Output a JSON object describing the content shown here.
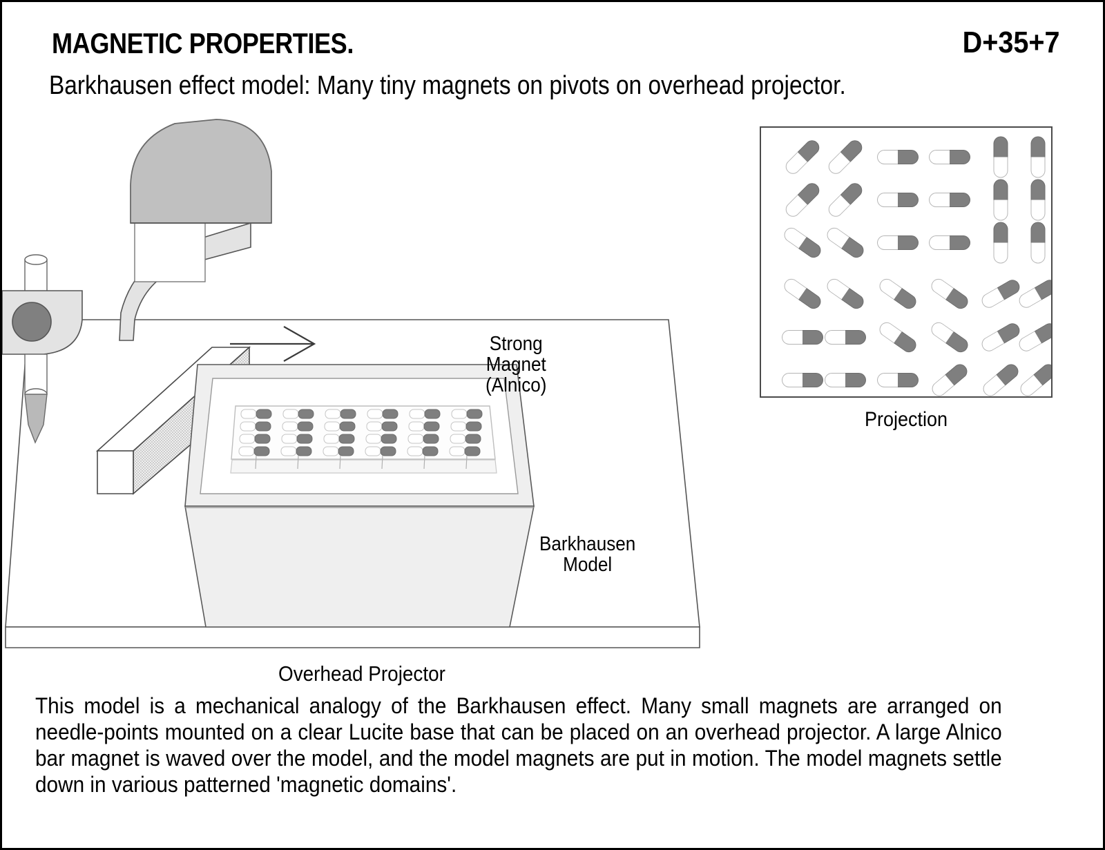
{
  "header": {
    "title": "MAGNETIC PROPERTIES.",
    "code": "D+35+7",
    "subtitle": "Barkhausen effect model: Many tiny magnets on pivots on overhead projector."
  },
  "labels": {
    "strong_magnet": "Strong\nMagnet\n(Alnico)",
    "strong_magnet_line1": "Strong",
    "strong_magnet_line2": "Magnet",
    "strong_magnet_line3": "(Alnico)",
    "barkhausen_line1": "Barkhausen",
    "barkhausen_line2": "Model",
    "overhead_projector": "Overhead Projector",
    "projection": "Projection"
  },
  "caption": "This model is a mechanical analogy of the Barkhausen effect.  Many small magnets are arranged on needle-points mounted on a clear Lucite base that can be placed on an overhead projector.  A large Alnico bar magnet is waved over the model, and the model magnets are put in motion.  The model magnets settle down in various patterned 'magnetic domains'.",
  "colors": {
    "magnet_pole_north": "#ffffff",
    "magnet_pole_south": "#7f7f7f",
    "projector_body": "#efefef",
    "projector_head": "#c0c0c0",
    "arm": "#e0e0e0",
    "knob": "#808080",
    "outline": "#4a4a4a"
  },
  "projection_grid": {
    "columns": 6,
    "rows": 6,
    "description": "Grid of bar magnets on pivots showing patterned magnetic domains; each magnet is half white (N) and half grey (S). Angle in degrees, 0 = pointing right.",
    "angles": [
      [
        -45,
        -45,
        0,
        0,
        -90,
        -90
      ],
      [
        -45,
        -45,
        0,
        0,
        -90,
        -90
      ],
      [
        35,
        35,
        0,
        0,
        -90,
        -90
      ],
      [
        35,
        35,
        35,
        35,
        -30,
        -30
      ],
      [
        0,
        0,
        35,
        35,
        -30,
        -30
      ],
      [
        0,
        0,
        0,
        -40,
        -40,
        -40
      ]
    ]
  },
  "model_grid": {
    "columns": 6,
    "rows": 4,
    "description": "Barkhausen model on the projector stage: small horizontal magnets, white left pole and grey right pole, mounted on needle points."
  }
}
